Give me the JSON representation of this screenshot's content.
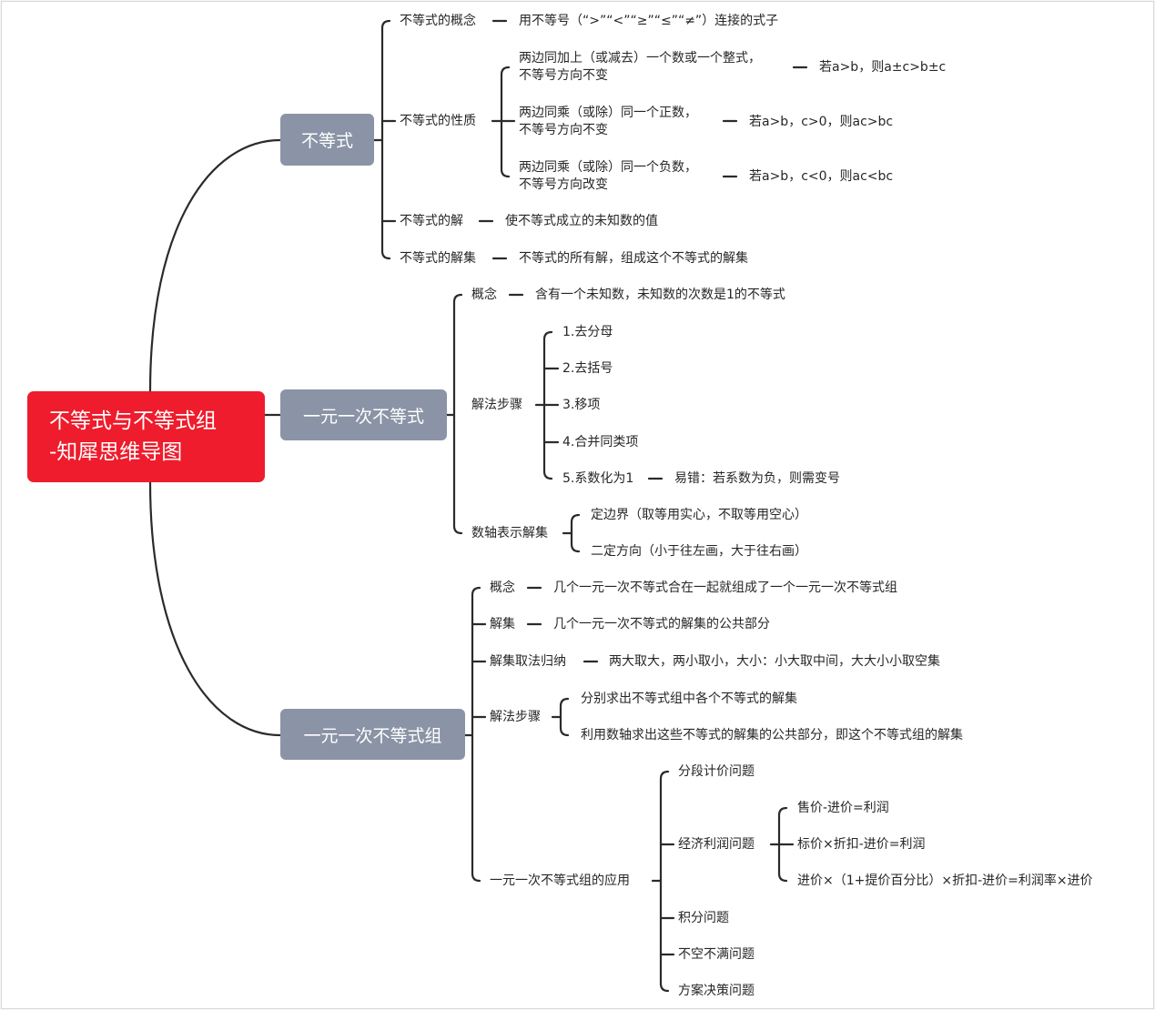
{
  "root": {
    "title": "不等式与不等式组\n-知犀思维导图"
  },
  "branches": [
    {
      "label": "不等式",
      "children": [
        {
          "label": "不等式的概念",
          "detail": "用不等号（“>”“<”“≥”“≤”“≠”）连接的式子"
        },
        {
          "label": "不等式的性质",
          "children": [
            {
              "label": "两边同加上（或减去）一个数或一个整式，\n不等号方向不变",
              "detail": "若a>b，则a±c>b±c"
            },
            {
              "label": "两边同乘（或除）同一个正数，\n不等号方向不变",
              "detail": "若a>b，c>0，则ac>bc"
            },
            {
              "label": "两边同乘（或除）同一个负数，\n不等号方向改变",
              "detail": "若a>b，c<0，则ac<bc"
            }
          ]
        },
        {
          "label": "不等式的解",
          "detail": "使不等式成立的未知数的值"
        },
        {
          "label": "不等式的解集",
          "detail": "不等式的所有解，组成这个不等式的解集"
        }
      ]
    },
    {
      "label": "一元一次不等式",
      "children": [
        {
          "label": "概念",
          "detail": "含有一个未知数，未知数的次数是1的不等式"
        },
        {
          "label": "解法步骤",
          "children": [
            {
              "label": "1.去分母"
            },
            {
              "label": "2.去括号"
            },
            {
              "label": "3.移项"
            },
            {
              "label": "4.合并同类项"
            },
            {
              "label": "5.系数化为1",
              "detail": "易错：若系数为负，则需变号"
            }
          ]
        },
        {
          "label": "数轴表示解集",
          "children": [
            {
              "label": "定边界（取等用实心，不取等用空心）"
            },
            {
              "label": "二定方向（小于往左画，大于往右画）"
            }
          ]
        }
      ]
    },
    {
      "label": "一元一次不等式组",
      "children": [
        {
          "label": "概念",
          "detail": "几个一元一次不等式合在一起就组成了一个一元一次不等式组"
        },
        {
          "label": "解集",
          "detail": "几个一元一次不等式的解集的公共部分"
        },
        {
          "label": "解集取法归纳",
          "detail": "两大取大，两小取小，大小：小大取中间，大大小小取空集"
        },
        {
          "label": "解法步骤",
          "children": [
            {
              "label": "分别求出不等式组中各个不等式的解集"
            },
            {
              "label": "利用数轴求出这些不等式的解集的公共部分，即这个不等式组的解集"
            }
          ]
        },
        {
          "label": "一元一次不等式组的应用",
          "children": [
            {
              "label": "分段计价问题"
            },
            {
              "label": "经济利润问题",
              "children": [
                {
                  "label": "售价-进价=利润"
                },
                {
                  "label": "标价×折扣-进价=利润"
                },
                {
                  "label": "进价×（1+提价百分比）×折扣-进价=利润率×进价"
                }
              ]
            },
            {
              "label": "积分问题"
            },
            {
              "label": "不空不满问题"
            },
            {
              "label": "方案决策问题"
            }
          ]
        }
      ]
    }
  ]
}
